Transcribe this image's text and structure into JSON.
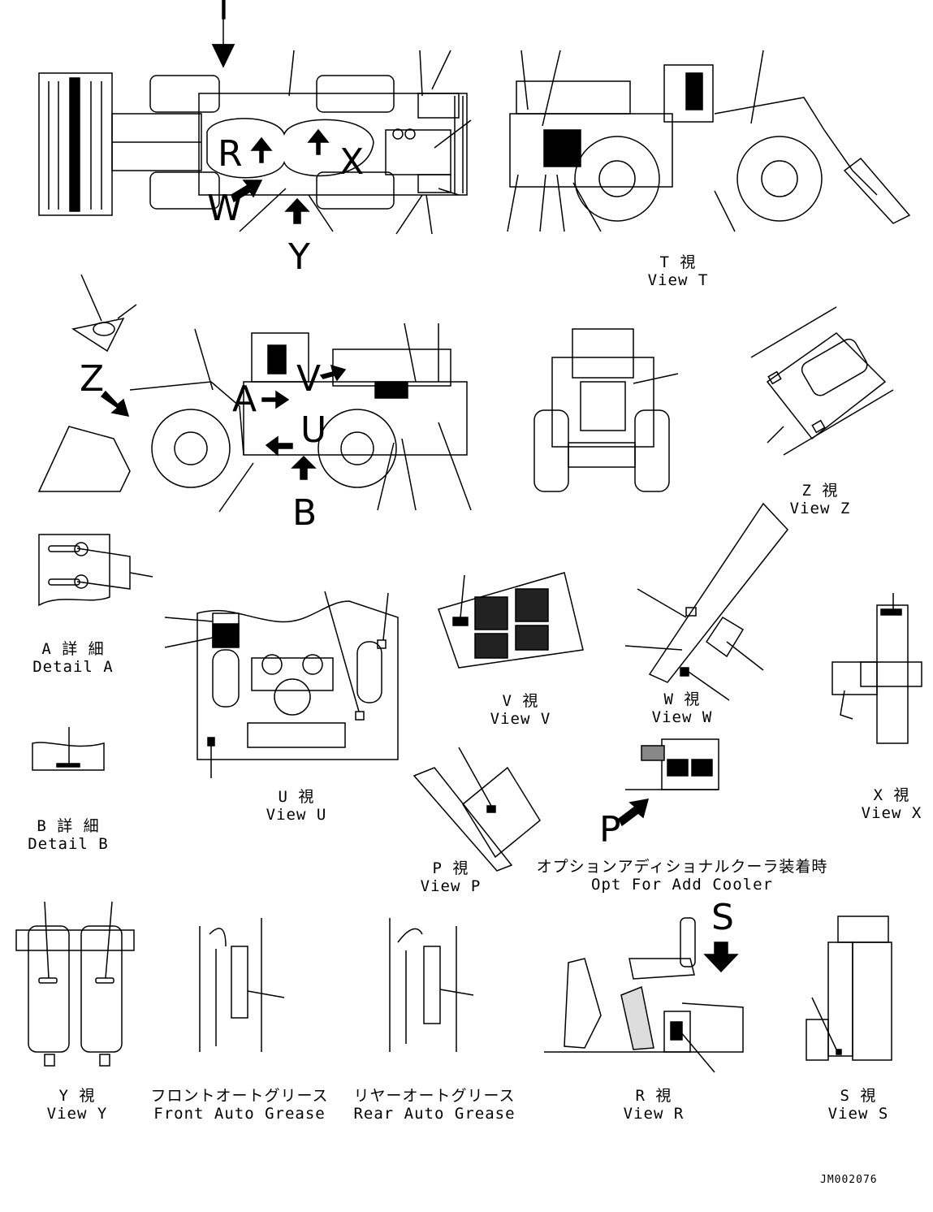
{
  "views": {
    "t": {
      "jp": "T 視",
      "en": "View T"
    },
    "z": {
      "jp": "Z 視",
      "en": "View Z"
    },
    "a": {
      "jp": "A 詳 細",
      "en": "Detail A"
    },
    "b": {
      "jp": "B 詳 細",
      "en": "Detail B"
    },
    "u": {
      "jp": "U 視",
      "en": "View U"
    },
    "v": {
      "jp": "V 視",
      "en": "View V"
    },
    "w": {
      "jp": "W 視",
      "en": "View W"
    },
    "x": {
      "jp": "X 視",
      "en": "View X"
    },
    "p": {
      "jp": "P 視",
      "en": "View P"
    },
    "opt": {
      "jp": "オプションアディショナルクーラ装着時",
      "en": "Opt For Add Cooler"
    },
    "y": {
      "jp": "Y 視",
      "en": "View Y"
    },
    "front_grease": {
      "jp": "フロントオートグリース",
      "en": "Front Auto Grease"
    },
    "rear_grease": {
      "jp": "リヤーオートグリース",
      "en": "Rear Auto Grease"
    },
    "r": {
      "jp": "R 視",
      "en": "View R"
    },
    "s": {
      "jp": "S 視",
      "en": "View S"
    }
  },
  "view_letters": {
    "t": "T",
    "r": "R",
    "x": "X",
    "w": "W",
    "y": "Y",
    "z": "Z",
    "a": "A",
    "v": "V",
    "u": "U",
    "b": "B",
    "p": "P",
    "s": "S"
  },
  "drawing_code": "JM002076"
}
